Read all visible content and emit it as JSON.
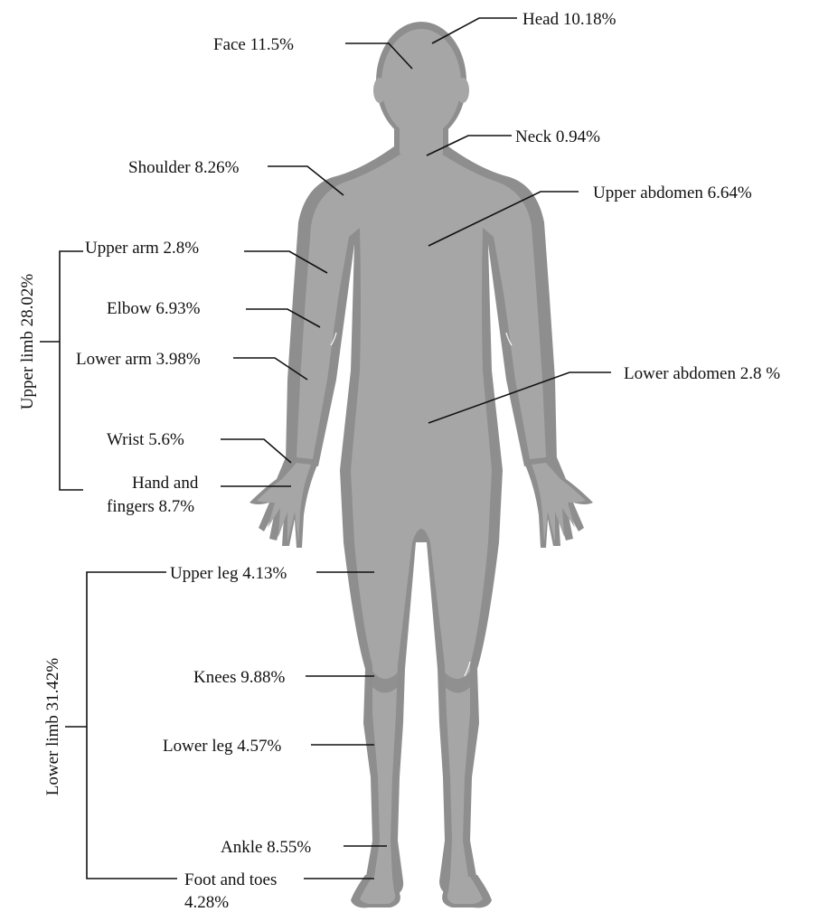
{
  "labels": {
    "head": "Head 10.18%",
    "face": "Face 11.5%",
    "neck": "Neck 0.94%",
    "shoulder": "Shoulder 8.26%",
    "upper_abdomen": "Upper abdomen 6.64%",
    "upper_arm": "Upper arm 2.8%",
    "elbow": "Elbow 6.93%",
    "lower_arm": "Lower arm 3.98%",
    "lower_abdomen": "Lower abdomen 2.8 %",
    "wrist": "Wrist 5.6%",
    "hand_line1": "Hand and",
    "hand_line2": "fingers 8.7%",
    "upper_leg": "Upper leg 4.13%",
    "knees": "Knees 9.88%",
    "lower_leg": "Lower leg 4.57%",
    "ankle": "Ankle 8.55%",
    "foot_line1": "Foot and toes",
    "foot_line2": "4.28%"
  },
  "groups": {
    "upper_limb": "Upper limb  28.02%",
    "lower_limb": "Lower limb 31.42%"
  },
  "colors": {
    "body_fill": "#a6a6a6",
    "body_outline": "#8e8e8e",
    "leader_lines": "#111111"
  }
}
